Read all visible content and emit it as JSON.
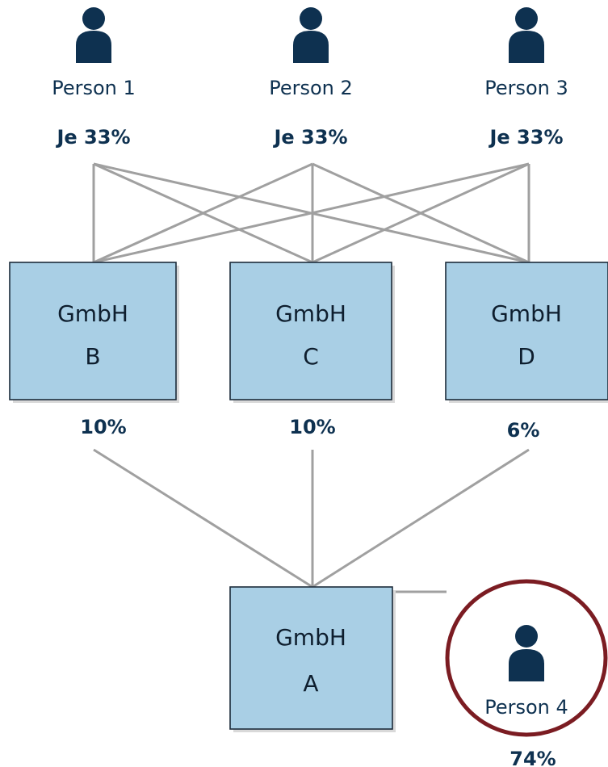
{
  "persons": [
    {
      "id": "person-1",
      "label": "Person 1",
      "share": "Je 33%"
    },
    {
      "id": "person-2",
      "label": "Person 2",
      "share": "Je 33%"
    },
    {
      "id": "person-3",
      "label": "Person 3",
      "share": "Je 33%"
    },
    {
      "id": "person-4",
      "label": "Person 4",
      "share": "74%"
    }
  ],
  "companies": {
    "b": {
      "line1": "GmbH",
      "line2": "B",
      "share": "10%"
    },
    "c": {
      "line1": "GmbH",
      "line2": "C",
      "share": "10%"
    },
    "d": {
      "line1": "GmbH",
      "line2": "D",
      "share": "6%"
    },
    "a": {
      "line1": "GmbH",
      "line2": "A"
    }
  },
  "colors": {
    "box_fill": "#a9cfe5",
    "icon": "#0e3150",
    "connector": "#a0a0a0",
    "highlight_ring": "#7b1c22"
  }
}
